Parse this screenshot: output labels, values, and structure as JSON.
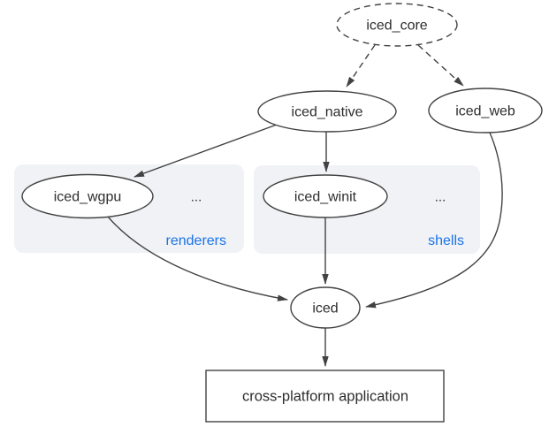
{
  "diagram": {
    "nodes": {
      "iced_core": {
        "label": "iced_core"
      },
      "iced_native": {
        "label": "iced_native"
      },
      "iced_web": {
        "label": "iced_web"
      },
      "iced_wgpu": {
        "label": "iced_wgpu"
      },
      "iced_winit": {
        "label": "iced_winit"
      },
      "iced": {
        "label": "iced"
      },
      "application": {
        "label": "cross-platform application"
      }
    },
    "groups": {
      "renderers": {
        "label": "renderers",
        "more": "..."
      },
      "shells": {
        "label": "shells",
        "more": "..."
      }
    },
    "colors": {
      "line": "#424242",
      "text": "#2d2d2d",
      "group_label": "#1a73e8",
      "group_background": "#f0f2f6",
      "node_background": "#ffffff",
      "canvas_background": "#ffffff"
    }
  }
}
